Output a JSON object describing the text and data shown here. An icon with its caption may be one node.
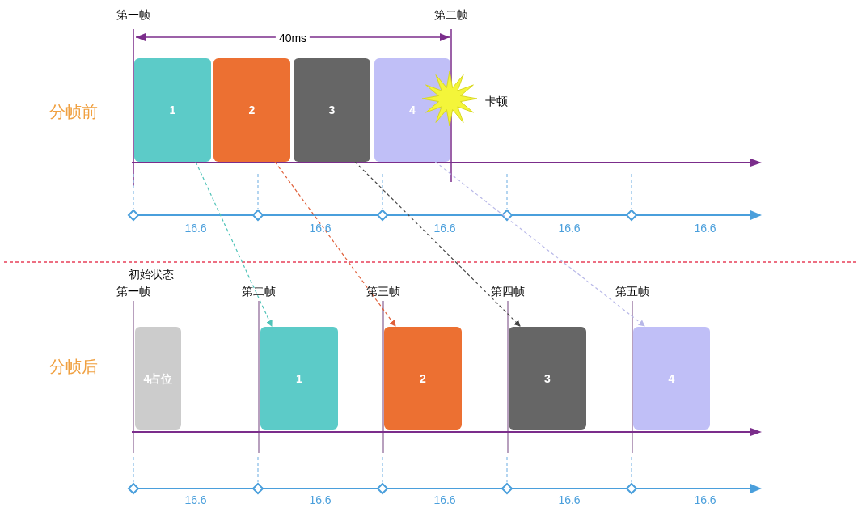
{
  "diagram": {
    "nodes": [
      {
        "text": [
          "1"
        ]
      },
      {
        "text": [
          "2"
        ]
      },
      {
        "text": [
          "3"
        ]
      },
      {
        "text": [
          "4"
        ]
      },
      {
        "text": [
          "4占位"
        ]
      },
      {
        "text": [
          "1"
        ]
      },
      {
        "text": [
          "2"
        ]
      },
      {
        "text": [
          "3"
        ]
      },
      {
        "text": [
          "4"
        ]
      }
    ],
    "edges": [
      {
        "from": 0,
        "to": 5,
        "arrow": "to",
        "style": "dashed",
        "color": "#4fc3b8"
      },
      {
        "from": 1,
        "to": 6,
        "arrow": "to",
        "style": "dashed",
        "color": "#e0603a"
      },
      {
        "from": 2,
        "to": 7,
        "arrow": "to",
        "style": "dashed",
        "color": "#444444"
      },
      {
        "from": 3,
        "to": 8,
        "arrow": "to",
        "style": "dashed",
        "color": "#b8b8e8"
      }
    ],
    "labels": [
      "第一帧",
      "第二帧",
      "40ms",
      "分帧前",
      "卡顿",
      "16.6",
      "16.6",
      "16.6",
      "16.6",
      "16.6",
      "初始状态",
      "第一帧",
      "第二帧",
      "第三帧",
      "第四帧",
      "第五帧",
      "分帧后",
      "16.6",
      "16.6",
      "16.6",
      "16.6",
      "16.6"
    ]
  }
}
